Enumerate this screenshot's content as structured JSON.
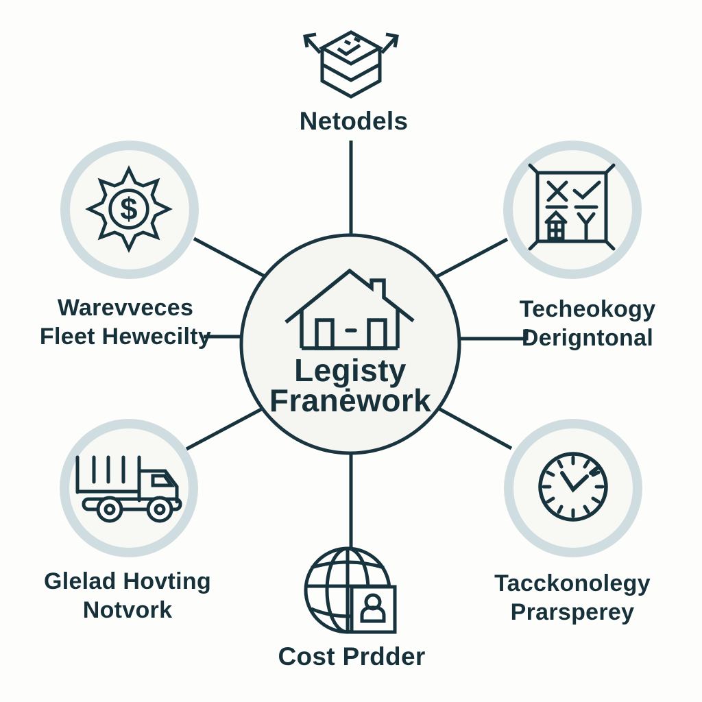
{
  "background": "#fdfdfb",
  "colors": {
    "ink": "#17333d",
    "ring": "#cfdde1",
    "hub_fill": "#f5f5f2",
    "node_fill": "#f8f8f5",
    "text": "#16313a"
  },
  "hub": {
    "title_line1": "Legisty",
    "title_line2": "Franėwork",
    "icon": "house-icon"
  },
  "nodes": {
    "top": {
      "label": "Netodels",
      "icon": "shipping-box-icon"
    },
    "top_left": {
      "line1": "Warevveces",
      "line2": "Fleet Hewecilty",
      "icon": "gear-dollar-icon",
      "symbol": "$"
    },
    "top_right": {
      "line1": "Techeokogy",
      "line2": "Derigntonal",
      "icon": "checklist-board-icon"
    },
    "bottom_left": {
      "line1": "Glelad Hovting",
      "line2": "Notvork",
      "icon": "truck-icon"
    },
    "bottom_right": {
      "line1": "Tacckonolegy",
      "line2": "Prarsperey",
      "icon": "clock-icon"
    },
    "bottom": {
      "label": "Cost Prdder",
      "icon": "globe-user-icon"
    }
  }
}
